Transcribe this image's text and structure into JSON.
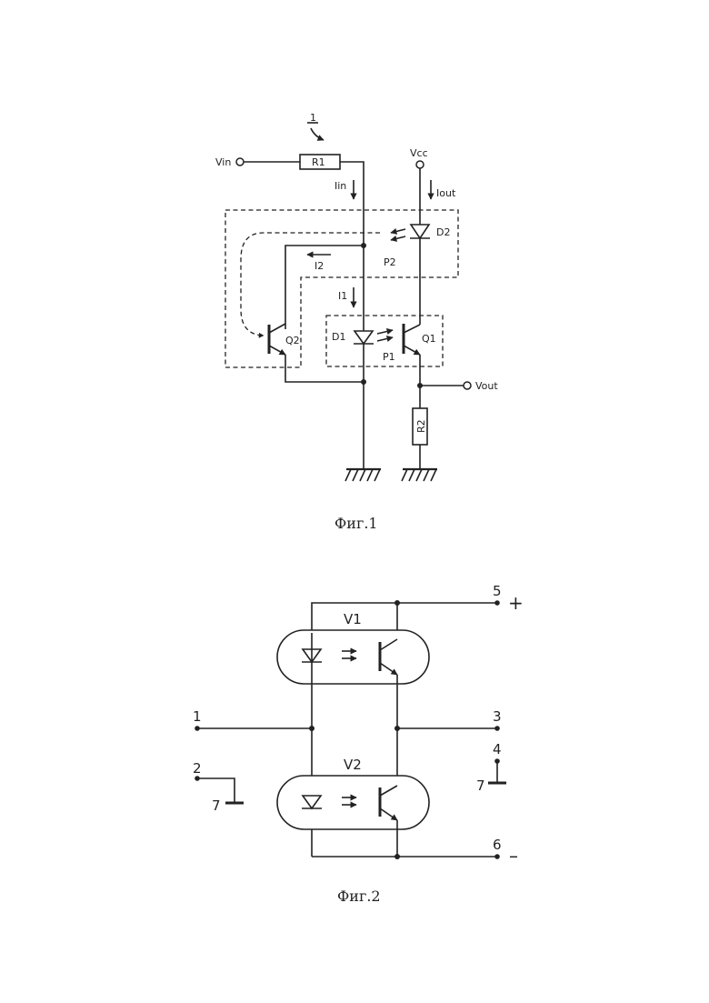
{
  "figure1": {
    "ref_number": "1",
    "caption": "Фиг.1",
    "labels": {
      "vin": "Vin",
      "r1": "R1",
      "vcc": "Vcc",
      "iin": "Iin",
      "iout": "Iout",
      "d2": "D2",
      "i2": "I2",
      "p2": "P2",
      "i1": "I1",
      "d1": "D1",
      "q1": "Q1",
      "q2": "Q2",
      "p1": "P1",
      "vout": "Vout",
      "r2": "R2"
    }
  },
  "figure2": {
    "caption": "Фиг.2",
    "labels": {
      "v1": "V1",
      "v2": "V2",
      "pin1": "1",
      "pin2": "2",
      "pin3": "3",
      "pin4": "4",
      "pin5": "5",
      "pin6": "6",
      "pin7_left": "7",
      "pin7_right": "7",
      "plus": "+",
      "minus": "–"
    }
  }
}
